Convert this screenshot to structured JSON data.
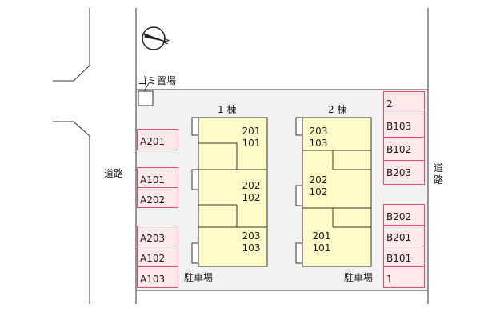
{
  "road_left_label": "道路",
  "road_right_label": "道路",
  "garbage_label": "ゴミ置場",
  "compass_label": "N",
  "building_1": {
    "label": "1 棟",
    "units": [
      {
        "upper": "201",
        "lower": "101"
      },
      {
        "upper": "202",
        "lower": "102"
      },
      {
        "upper": "203",
        "lower": "103"
      }
    ]
  },
  "building_2": {
    "label": "2 棟",
    "units": [
      {
        "upper": "203",
        "lower": "103"
      },
      {
        "upper": "202",
        "lower": "102"
      },
      {
        "upper": "201",
        "lower": "101"
      }
    ]
  },
  "parking_left_label": "駐車場",
  "parking_right_label": "駐車場",
  "parking_left": {
    "group1": [
      "A201"
    ],
    "group2": [
      "A101",
      "A202"
    ],
    "group3": [
      "A203",
      "A102",
      "A103"
    ]
  },
  "parking_right": {
    "group1": [
      "2",
      "B103",
      "B102",
      "B203"
    ],
    "group2": [
      "B202",
      "B201",
      "B101",
      "1"
    ]
  },
  "colors": {
    "building_fill": "#fdfcc8",
    "stall_fill": "#ffe8ec",
    "stall_border": "#e0506a",
    "lot_fill": "#f2f2f2"
  }
}
